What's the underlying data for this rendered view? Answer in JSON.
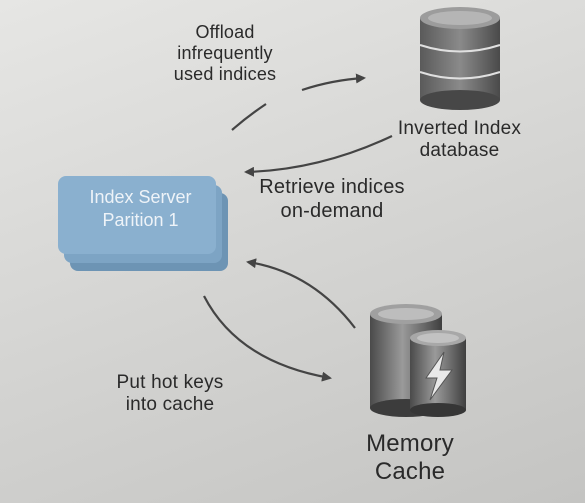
{
  "nodes": {
    "index_server": {
      "line1": "Index Server",
      "line2": "Parition 1"
    },
    "inverted_db": {
      "line1": "Inverted Index",
      "line2": "database"
    },
    "memory_cache": {
      "line1": "Memory",
      "line2": "Cache"
    }
  },
  "edges": {
    "offload": {
      "line1": "Offload",
      "line2": "infrequently",
      "line3": "used indices"
    },
    "retrieve": {
      "line1": "Retrieve indices",
      "line2": "on-demand"
    },
    "put_keys": {
      "line1": "Put hot keys",
      "line2": "into cache"
    }
  },
  "colors": {
    "server_fill": "#7fa7c7",
    "server_edge": "#6b93b3",
    "icon_dark": "#3f3f3f",
    "icon_light": "#8a8a8a",
    "arrow": "#444444"
  },
  "icons": {
    "database": "database-icon",
    "cache": "memory-cache-icon",
    "lightning": "lightning-icon"
  }
}
